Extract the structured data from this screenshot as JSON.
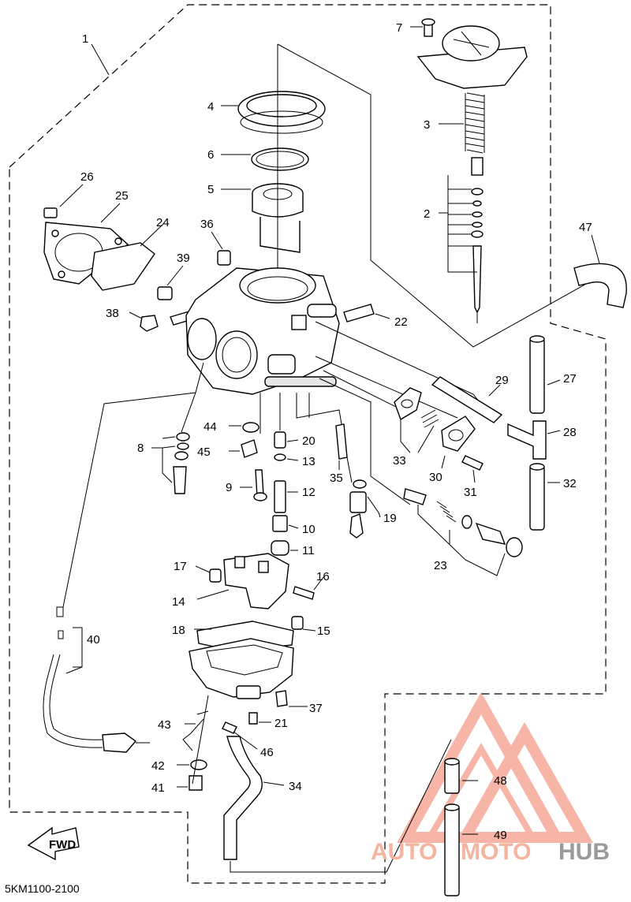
{
  "diagram": {
    "code": "5KM1100-2100",
    "fwd_label": "FWD",
    "watermark": {
      "part1": "AUTO",
      "part2": "MOTO",
      "part3": "HUB",
      "color_red": "#f07a60",
      "color_gray": "#8c8c8c"
    },
    "callouts": {
      "c1": "1",
      "c2": "2",
      "c3": "3",
      "c4": "4",
      "c5": "5",
      "c6": "6",
      "c7": "7",
      "c8": "8",
      "c9": "9",
      "c10": "10",
      "c11": "11",
      "c12": "12",
      "c13": "13",
      "c14": "14",
      "c15": "15",
      "c16": "16",
      "c17": "17",
      "c18": "18",
      "c19": "19",
      "c20": "20",
      "c21": "21",
      "c22": "22",
      "c23": "23",
      "c24": "24",
      "c25": "25",
      "c26": "26",
      "c27": "27",
      "c28": "28",
      "c29": "29",
      "c30": "30",
      "c31": "31",
      "c32": "32",
      "c33": "33",
      "c34": "34",
      "c35": "35",
      "c36": "36",
      "c37": "37",
      "c38": "38",
      "c39": "39",
      "c40": "40",
      "c41": "41",
      "c42": "42",
      "c43": "43",
      "c44": "44",
      "c45": "45",
      "c46": "46",
      "c47": "47",
      "c48": "48",
      "c49": "49"
    }
  }
}
